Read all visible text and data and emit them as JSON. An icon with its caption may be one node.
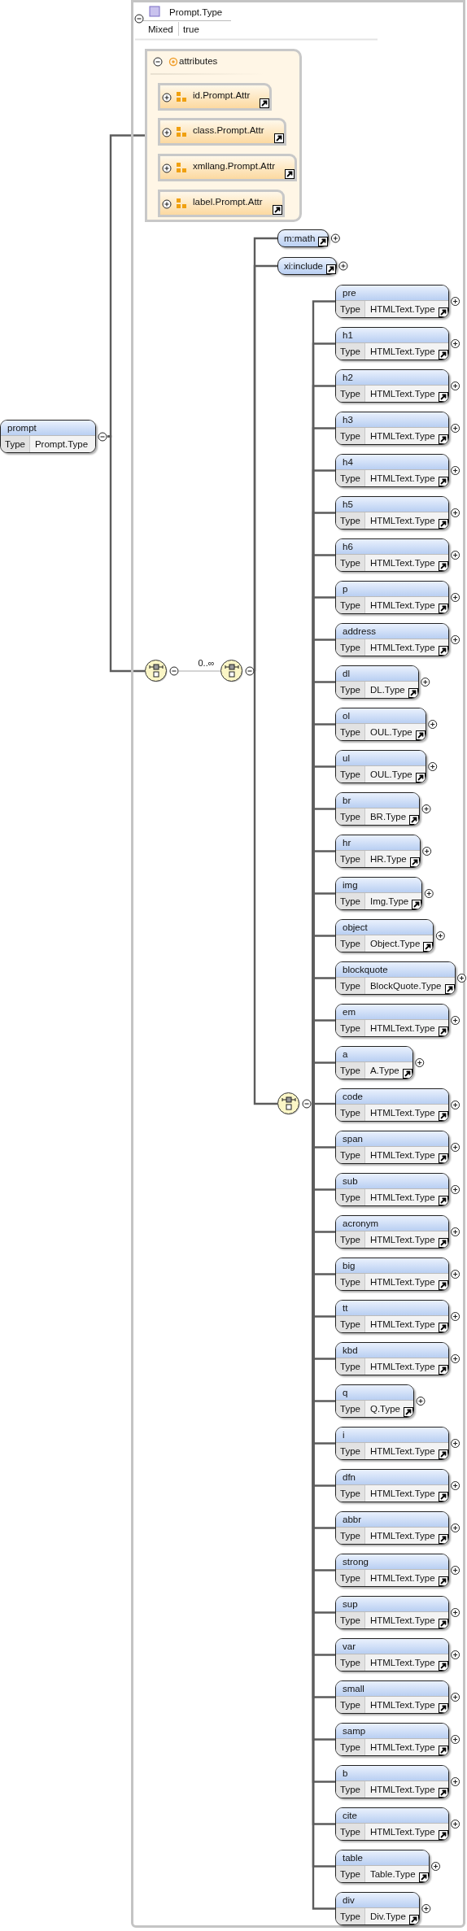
{
  "diagram": {
    "nodes": [
      {
        "text": [
          "prompt",
          "Type",
          "Prompt.Type"
        ]
      },
      {
        "text": [
          "Prompt.Type",
          "Mixed",
          "true"
        ]
      },
      {
        "text": [
          "attributes"
        ],
        "in": 1
      },
      {
        "text": [
          "id.Prompt.Attr"
        ],
        "in": 2
      },
      {
        "text": [
          "class.Prompt.Attr"
        ],
        "in": 2
      },
      {
        "text": [
          "xmllang.Prompt.Attr"
        ],
        "in": 2
      },
      {
        "text": [
          "label.Prompt.Attr"
        ],
        "in": 2
      },
      {
        "text": [],
        "shape": "circle",
        "in": 1
      },
      {
        "text": [],
        "shape": "circle",
        "in": 1
      },
      {
        "text": [
          "m:math"
        ],
        "in": 1
      },
      {
        "text": [
          "xi:include"
        ],
        "in": 1
      },
      {
        "text": [],
        "shape": "circle",
        "in": 1
      },
      {
        "text": [
          "pre",
          "Type",
          "HTMLText.Type"
        ],
        "in": 1
      },
      {
        "text": [
          "h1",
          "Type",
          "HTMLText.Type"
        ],
        "in": 1
      },
      {
        "text": [
          "h2",
          "Type",
          "HTMLText.Type"
        ],
        "in": 1
      },
      {
        "text": [
          "h3",
          "Type",
          "HTMLText.Type"
        ],
        "in": 1
      },
      {
        "text": [
          "h4",
          "Type",
          "HTMLText.Type"
        ],
        "in": 1
      },
      {
        "text": [
          "h5",
          "Type",
          "HTMLText.Type"
        ],
        "in": 1
      },
      {
        "text": [
          "h6",
          "Type",
          "HTMLText.Type"
        ],
        "in": 1
      },
      {
        "text": [
          "p",
          "Type",
          "HTMLText.Type"
        ],
        "in": 1
      },
      {
        "text": [
          "address",
          "Type",
          "HTMLText.Type"
        ],
        "in": 1
      },
      {
        "text": [
          "dl",
          "Type",
          "DL.Type"
        ],
        "in": 1
      },
      {
        "text": [
          "ol",
          "Type",
          "OUL.Type"
        ],
        "in": 1
      },
      {
        "text": [
          "ul",
          "Type",
          "OUL.Type"
        ],
        "in": 1
      },
      {
        "text": [
          "br",
          "Type",
          "BR.Type"
        ],
        "in": 1
      },
      {
        "text": [
          "hr",
          "Type",
          "HR.Type"
        ],
        "in": 1
      },
      {
        "text": [
          "img",
          "Type",
          "Img.Type"
        ],
        "in": 1
      },
      {
        "text": [
          "object",
          "Type",
          "Object.Type"
        ],
        "in": 1
      },
      {
        "text": [
          "blockquote",
          "Type",
          "BlockQuote.Type"
        ],
        "in": 1
      },
      {
        "text": [
          "em",
          "Type",
          "HTMLText.Type"
        ],
        "in": 1
      },
      {
        "text": [
          "a",
          "Type",
          "A.Type"
        ],
        "in": 1
      },
      {
        "text": [
          "code",
          "Type",
          "HTMLText.Type"
        ],
        "in": 1
      },
      {
        "text": [
          "span",
          "Type",
          "HTMLText.Type"
        ],
        "in": 1
      },
      {
        "text": [
          "sub",
          "Type",
          "HTMLText.Type"
        ],
        "in": 1
      },
      {
        "text": [
          "acronym",
          "Type",
          "HTMLText.Type"
        ],
        "in": 1
      },
      {
        "text": [
          "big",
          "Type",
          "HTMLText.Type"
        ],
        "in": 1
      },
      {
        "text": [
          "tt",
          "Type",
          "HTMLText.Type"
        ],
        "in": 1
      },
      {
        "text": [
          "kbd",
          "Type",
          "HTMLText.Type"
        ],
        "in": 1
      },
      {
        "text": [
          "q",
          "Type",
          "Q.Type"
        ],
        "in": 1
      },
      {
        "text": [
          "i",
          "Type",
          "HTMLText.Type"
        ],
        "in": 1
      },
      {
        "text": [
          "dfn",
          "Type",
          "HTMLText.Type"
        ],
        "in": 1
      },
      {
        "text": [
          "abbr",
          "Type",
          "HTMLText.Type"
        ],
        "in": 1
      },
      {
        "text": [
          "strong",
          "Type",
          "HTMLText.Type"
        ],
        "in": 1
      },
      {
        "text": [
          "sup",
          "Type",
          "HTMLText.Type"
        ],
        "in": 1
      },
      {
        "text": [
          "var",
          "Type",
          "HTMLText.Type"
        ],
        "in": 1
      },
      {
        "text": [
          "small",
          "Type",
          "HTMLText.Type"
        ],
        "in": 1
      },
      {
        "text": [
          "samp",
          "Type",
          "HTMLText.Type"
        ],
        "in": 1
      },
      {
        "text": [
          "b",
          "Type",
          "HTMLText.Type"
        ],
        "in": 1
      },
      {
        "text": [
          "cite",
          "Type",
          "HTMLText.Type"
        ],
        "in": 1
      },
      {
        "text": [
          "table",
          "Type",
          "Table.Type"
        ],
        "in": 1
      },
      {
        "text": [
          "div",
          "Type",
          "Div.Type"
        ],
        "in": 1
      }
    ],
    "edges": [
      {
        "from": 0,
        "to": 2,
        "arrow": "none"
      },
      {
        "from": 0,
        "to": 7,
        "arrow": "none"
      },
      {
        "from": 7,
        "to": 8,
        "arrow": "none",
        "label": "0..∞",
        "color": "#aaaaaa"
      },
      {
        "from": 8,
        "to": 9,
        "arrow": "none"
      },
      {
        "from": 8,
        "to": 10,
        "arrow": "none"
      },
      {
        "from": 8,
        "to": 11,
        "arrow": "none"
      },
      {
        "from": 11,
        "to": 12,
        "arrow": "none"
      },
      {
        "from": 11,
        "to": 13,
        "arrow": "none"
      },
      {
        "from": 11,
        "to": 14,
        "arrow": "none"
      },
      {
        "from": 11,
        "to": 15,
        "arrow": "none"
      },
      {
        "from": 11,
        "to": 16,
        "arrow": "none"
      },
      {
        "from": 11,
        "to": 17,
        "arrow": "none"
      },
      {
        "from": 11,
        "to": 18,
        "arrow": "none"
      },
      {
        "from": 11,
        "to": 19,
        "arrow": "none"
      },
      {
        "from": 11,
        "to": 20,
        "arrow": "none"
      },
      {
        "from": 11,
        "to": 21,
        "arrow": "none"
      },
      {
        "from": 11,
        "to": 22,
        "arrow": "none"
      },
      {
        "from": 11,
        "to": 23,
        "arrow": "none"
      },
      {
        "from": 11,
        "to": 24,
        "arrow": "none"
      },
      {
        "from": 11,
        "to": 25,
        "arrow": "none"
      },
      {
        "from": 11,
        "to": 26,
        "arrow": "none"
      },
      {
        "from": 11,
        "to": 27,
        "arrow": "none"
      },
      {
        "from": 11,
        "to": 28,
        "arrow": "none"
      },
      {
        "from": 11,
        "to": 29,
        "arrow": "none"
      },
      {
        "from": 11,
        "to": 30,
        "arrow": "none"
      },
      {
        "from": 11,
        "to": 31,
        "arrow": "none"
      },
      {
        "from": 11,
        "to": 32,
        "arrow": "none"
      },
      {
        "from": 11,
        "to": 33,
        "arrow": "none"
      },
      {
        "from": 11,
        "to": 34,
        "arrow": "none"
      },
      {
        "from": 11,
        "to": 35,
        "arrow": "none"
      },
      {
        "from": 11,
        "to": 36,
        "arrow": "none"
      },
      {
        "from": 11,
        "to": 37,
        "arrow": "none"
      },
      {
        "from": 11,
        "to": 38,
        "arrow": "none"
      },
      {
        "from": 11,
        "to": 39,
        "arrow": "none"
      },
      {
        "from": 11,
        "to": 40,
        "arrow": "none"
      },
      {
        "from": 11,
        "to": 41,
        "arrow": "none"
      },
      {
        "from": 11,
        "to": 42,
        "arrow": "none"
      },
      {
        "from": 11,
        "to": 43,
        "arrow": "none"
      },
      {
        "from": 11,
        "to": 44,
        "arrow": "none"
      },
      {
        "from": 11,
        "to": 45,
        "arrow": "none"
      },
      {
        "from": 11,
        "to": 46,
        "arrow": "none"
      },
      {
        "from": 11,
        "to": 47,
        "arrow": "none"
      },
      {
        "from": 11,
        "to": 48,
        "arrow": "none"
      },
      {
        "from": 11,
        "to": 49,
        "arrow": "none"
      },
      {
        "from": 11,
        "to": 50,
        "arrow": "none"
      }
    ]
  }
}
